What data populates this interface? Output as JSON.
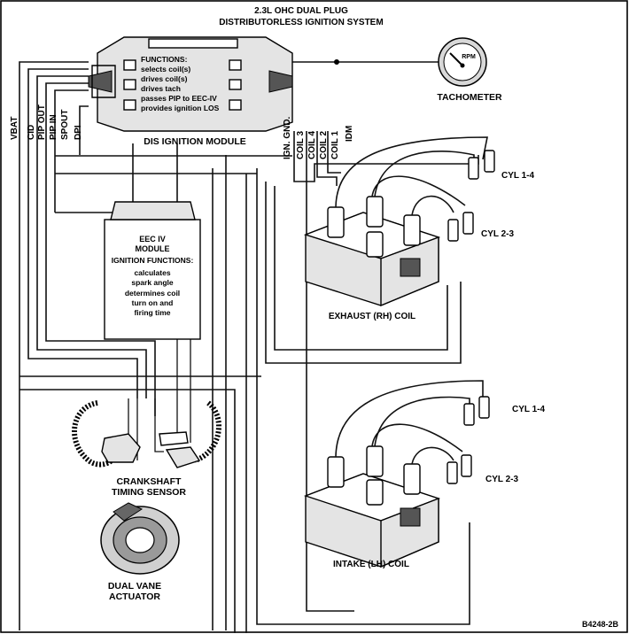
{
  "title_line1": "2.3L OHC DUAL PLUG",
  "title_line2": "DISTRIBUTORLESS IGNITION SYSTEM",
  "dis_module": {
    "name": "DIS IGNITION MODULE",
    "functions_heading": "FUNCTIONS:",
    "functions": [
      "selects coil(s)",
      "drives coil(s)",
      "drives tach",
      "passes PIP to EEC-IV",
      "provides ignition  LOS"
    ]
  },
  "left_pins": [
    "VBAT",
    "CID",
    "PIP OUT",
    "PIP IN",
    "SPOUT",
    "DPI"
  ],
  "right_pins": [
    "IGN. GND.",
    "COIL 3",
    "COIL 4",
    "COIL 2",
    "COIL 1",
    "IDM"
  ],
  "tachometer": {
    "label": "TACHOMETER",
    "dial_text": "RPM"
  },
  "eec": {
    "line1": "EEC IV",
    "line2": "MODULE",
    "heading": "IGNITION FUNCTIONS:",
    "functions": [
      "calculates",
      "spark angle",
      "determines coil",
      "turn on and",
      "firing time"
    ]
  },
  "exhaust_coil": {
    "label": "EXHAUST (RH) COIL",
    "cyl_a": "CYL 1-4",
    "cyl_b": "CYL 2-3"
  },
  "intake_coil": {
    "label": "INTAKE (LH) COIL",
    "cyl_a": "CYL 1-4",
    "cyl_b": "CYL 2-3"
  },
  "crank_sensor": {
    "line1": "CRANKSHAFT",
    "line2": "TIMING SENSOR"
  },
  "actuator": {
    "line1": "DUAL VANE",
    "line2": "ACTUATOR"
  },
  "figure_code": "B4248-2B"
}
